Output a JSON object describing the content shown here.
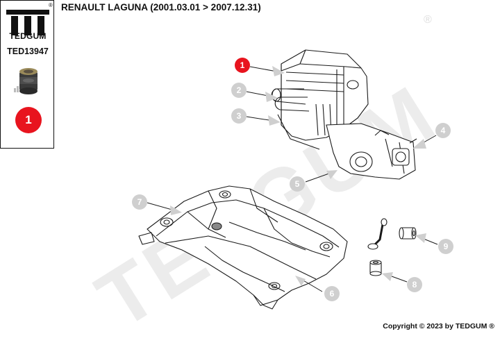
{
  "brand": {
    "name": "TEDGUM",
    "registered_mark": "®"
  },
  "part": {
    "number": "TED13947",
    "position_badge": "1",
    "badge_color": "#e8141e"
  },
  "vehicle": {
    "title": "RENAULT LAGUNA (2001.03.01 > 2007.12.31)"
  },
  "watermark": {
    "text": "TEDGUM",
    "registered_mark": "®"
  },
  "callouts": [
    {
      "label": "1",
      "active": true
    },
    {
      "label": "2",
      "active": false
    },
    {
      "label": "3",
      "active": false
    },
    {
      "label": "4",
      "active": false
    },
    {
      "label": "5",
      "active": false
    },
    {
      "label": "6",
      "active": false
    },
    {
      "label": "7",
      "active": false
    },
    {
      "label": "8",
      "active": false
    },
    {
      "label": "9",
      "active": false
    }
  ],
  "colors": {
    "active_callout": "#e8141e",
    "inactive_callout": "#cfcfcf",
    "line_art": "#1a1a1a"
  },
  "footer": {
    "copyright": "Copyright © 2023 by TEDGUM ®"
  }
}
